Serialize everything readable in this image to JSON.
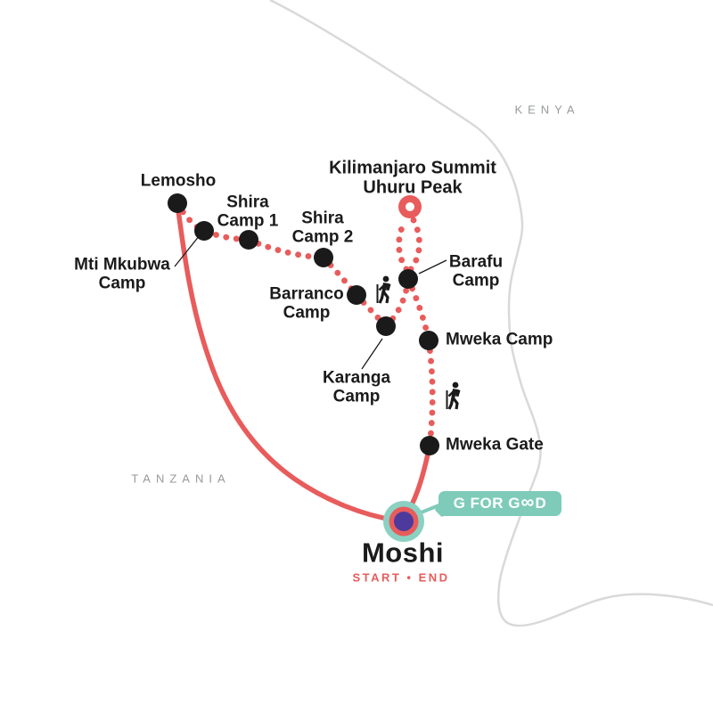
{
  "regions": {
    "kenya": "KENYA",
    "tanzania": "TANZANIA"
  },
  "summit_label": {
    "line1": "Kilimanjaro Summit",
    "line2": "Uhuru Peak"
  },
  "stations": {
    "lemosho": {
      "label": "Lemosho"
    },
    "mti_mkubwa": {
      "line1": "Mti Mkubwa",
      "line2": "Camp"
    },
    "shira_camp_1": {
      "line1": "Shira",
      "line2": "Camp 1"
    },
    "shira_camp_2": {
      "line1": "Shira",
      "line2": "Camp 2"
    },
    "barranco": {
      "line1": "Barranco",
      "line2": "Camp"
    },
    "karanga": {
      "line1": "Karanga",
      "line2": "Camp"
    },
    "barafu": {
      "line1": "Barafu",
      "line2": "Camp"
    },
    "mweka_camp": {
      "label": "Mweka Camp"
    },
    "mweka_gate": {
      "label": "Mweka Gate"
    }
  },
  "moshi": {
    "name": "Moshi",
    "start_end": "START • END"
  },
  "badge": {
    "full_label": "G FOR GOOD",
    "text_before_infinity": "G FOR G",
    "infinity_icon": "∞",
    "text_after_infinity": "D"
  },
  "icons": {
    "hiker": "hiker-icon",
    "summit_ring": "summit-ring-icon",
    "infinity": "infinity-icon"
  },
  "colors": {
    "route_red": "#E85C5C",
    "marker_black": "#1A1A1A",
    "badge_teal": "#7FCBBA",
    "moshi_outer_teal": "#8BD1C2",
    "moshi_purple": "#4C3A9C",
    "border_gray": "#D9D9D9",
    "country_gray": "#97999b"
  }
}
